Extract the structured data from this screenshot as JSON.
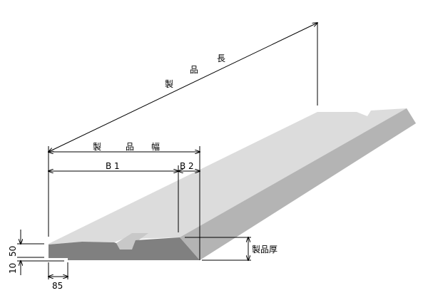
{
  "labels": {
    "length": [
      "製",
      "品",
      "長"
    ],
    "width": [
      "製",
      "品",
      "幅"
    ],
    "b1": "B 1",
    "b2": "B 2",
    "thickness": "製品厚",
    "dim_50": "50",
    "dim_10": "10",
    "dim_85": "85"
  },
  "colors": {
    "top": "#dcdcdc",
    "front": "#808080",
    "bevel": "#b4b4b4",
    "line": "#000000"
  }
}
